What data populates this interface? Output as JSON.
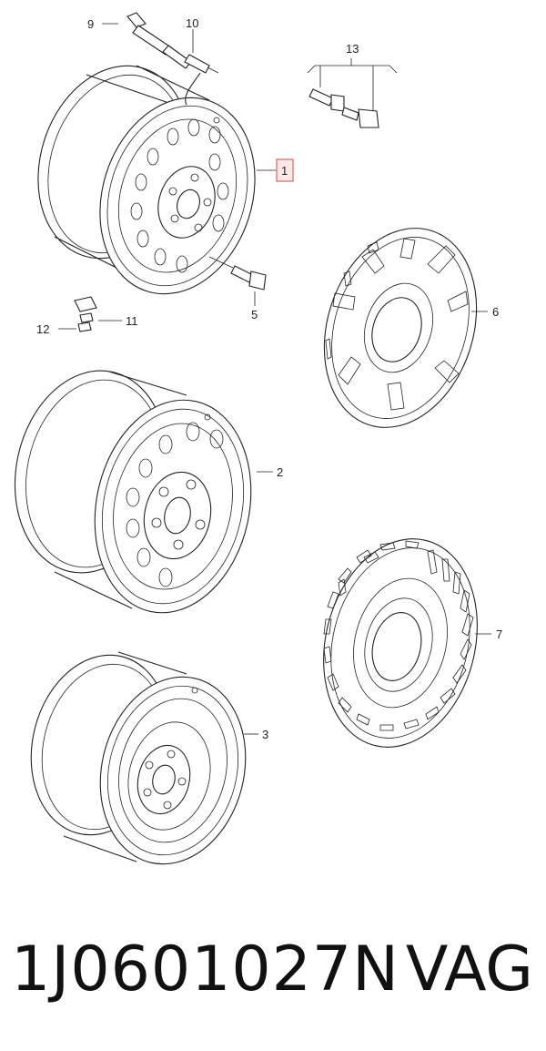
{
  "diagram": {
    "callouts": {
      "c1": "1",
      "c2": "2",
      "c3": "3",
      "c5": "5",
      "c6": "6",
      "c7": "7",
      "c9": "9",
      "c10": "10",
      "c11": "11",
      "c12": "12",
      "c13": "13"
    },
    "highlight_color": "#e06060",
    "highlight_fill": "#fde8e8"
  },
  "footer": {
    "part_number": "1J0601027N",
    "brand": "VAG"
  }
}
